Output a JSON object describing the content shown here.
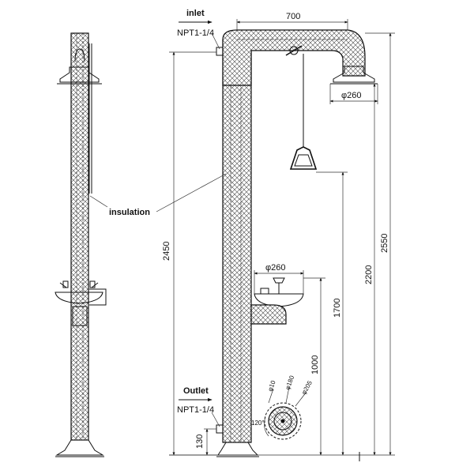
{
  "labels": {
    "inlet": "inlet",
    "inlet_thread": "NPT1-1/4",
    "outlet": "Outlet",
    "outlet_thread": "NPT1-1/4",
    "insulation": "insulation"
  },
  "dimensions": {
    "top_width": "700",
    "shower_head_diameter": "φ260",
    "eyewash_bowl_diameter": "φ260",
    "overall_height_left": "2450",
    "overall_height_right": "2550",
    "pull_handle_height": "2200",
    "bowl_height": "1700",
    "bowl_support_height": "1000",
    "outlet_height": "130",
    "section_d1": "φ10",
    "section_d2": "φ180",
    "section_d3": "φ205",
    "section_angle": "120°"
  }
}
